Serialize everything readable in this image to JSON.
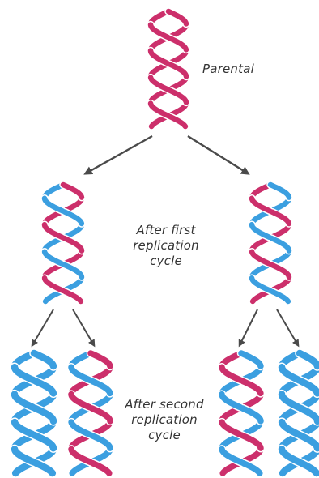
{
  "labels": {
    "parental": "Parental",
    "first_cycle": [
      "After first",
      "replication",
      "cycle"
    ],
    "second_cycle": [
      "After second",
      "replication",
      "cycle"
    ]
  },
  "colors": {
    "parental_strand": "#cc2f6b",
    "new_strand": "#3b9fe0",
    "arrow": "#4a4a4a"
  }
}
